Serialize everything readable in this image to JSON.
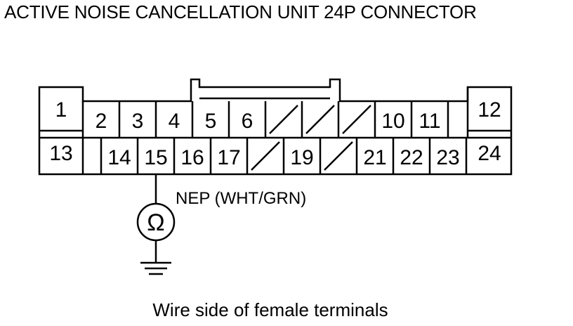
{
  "title": "ACTIVE NOISE CANCELLATION UNIT 24P CONNECTOR",
  "caption": "Wire side of female terminals",
  "connector": {
    "top_row": [
      "1",
      "2",
      "3",
      "4",
      "5",
      "6",
      "",
      "",
      "",
      "10",
      "11",
      "",
      "12"
    ],
    "bottom_row": [
      "13",
      "",
      "14",
      "15",
      "16",
      "17",
      "",
      "19",
      "",
      "21",
      "22",
      "23",
      "24"
    ]
  },
  "probe": {
    "wire_label": "NEP (WHT/GRN)",
    "meter_symbol": "Ω",
    "pin": "15"
  }
}
